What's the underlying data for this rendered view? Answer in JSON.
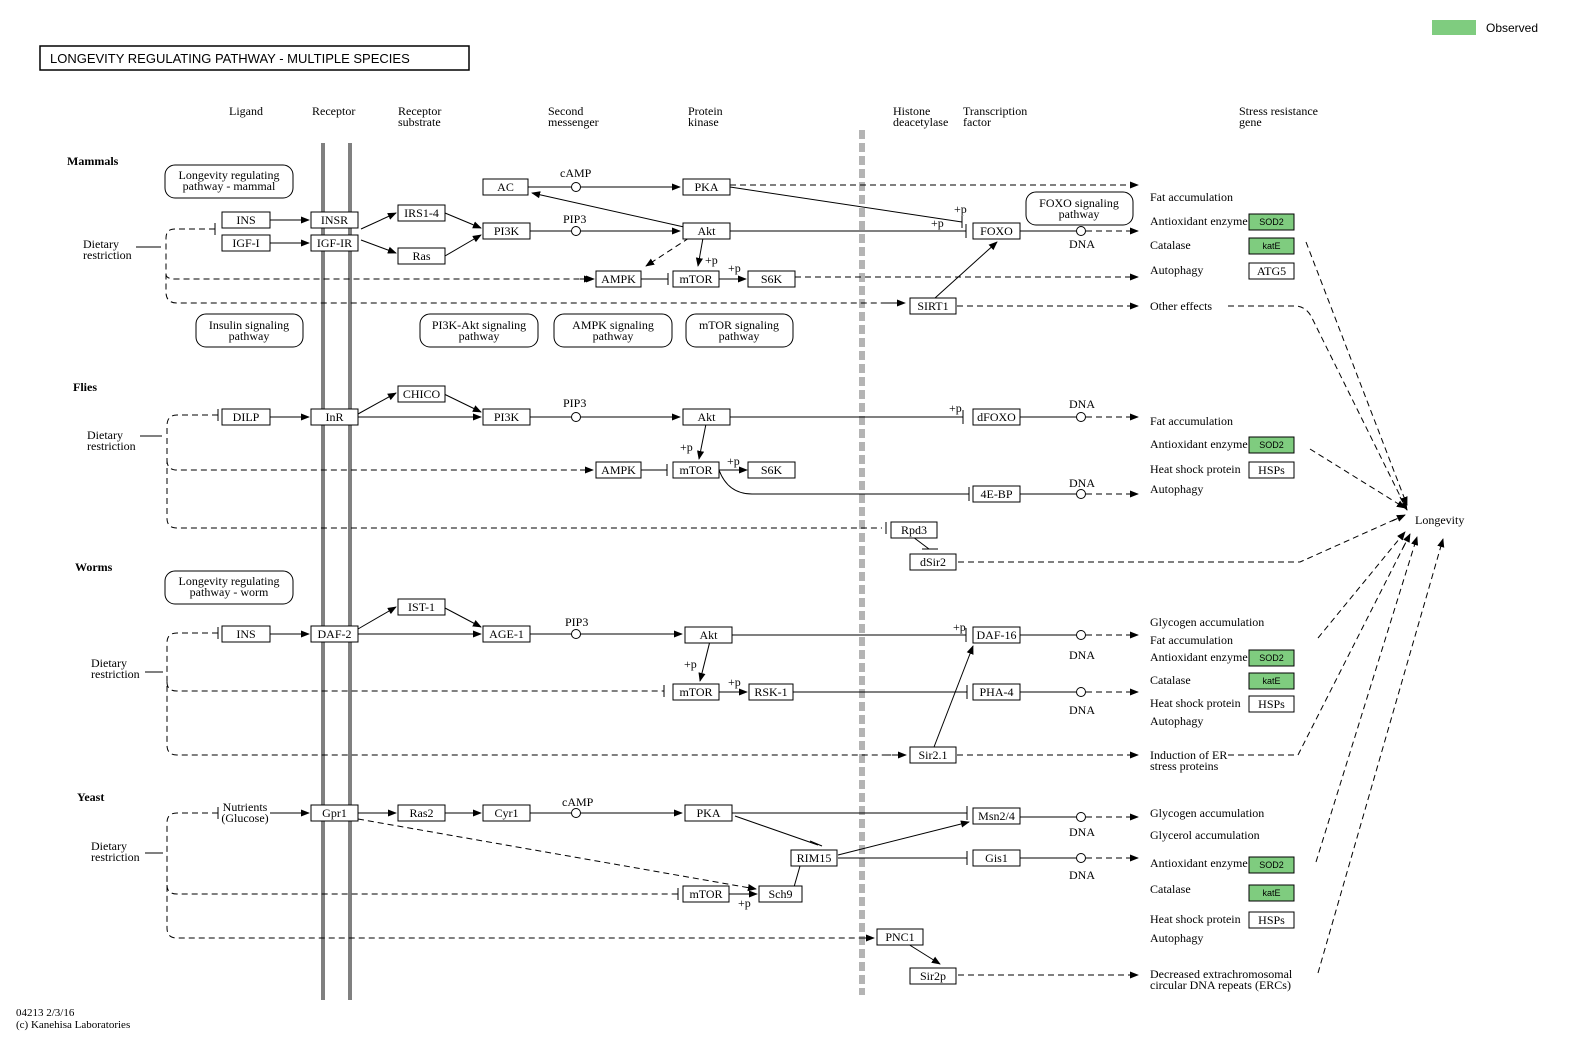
{
  "title": "LONGEVITY REGULATING PATHWAY - MULTIPLE SPECIES",
  "legend": {
    "color": "#7fcc7f",
    "label": "Observed"
  },
  "footer": {
    "id": "04213 2/3/16",
    "copyright": "(c) Kanehisa Laboratories"
  },
  "columns": {
    "ligand": "Ligand",
    "receptor": "Receptor",
    "receptor_substrate_1": "Receptor",
    "receptor_substrate_2": "substrate",
    "second_messenger_1": "Second",
    "second_messenger_2": "messenger",
    "protein_kinase_1": "Protein",
    "protein_kinase_2": "kinase",
    "histone_deacetylase_1": "Histone",
    "histone_deacetylase_2": "deacetylase",
    "transcription_factor_1": "Transcription",
    "transcription_factor_2": "factor",
    "stress_resistance_1": "Stress resistance",
    "stress_resistance_2": "gene"
  },
  "species": {
    "mammals": "Mammals",
    "flies": "Flies",
    "worms": "Worms",
    "yeast": "Yeast"
  },
  "dietary": {
    "line1": "Dietary",
    "line2": "restriction"
  },
  "pathways": {
    "mammal_1": "Longevity regulating",
    "mammal_2": "pathway - mammal",
    "foxo_1": "FOXO signaling",
    "foxo_2": "pathway",
    "insulin_1": "Insulin signaling",
    "insulin_2": "pathway",
    "pi3k_1": "PI3K-Akt signaling",
    "pi3k_2": "pathway",
    "ampk_1": "AMPK  signaling",
    "ampk_2": "pathway",
    "mtor_1": "mTOR signaling",
    "mtor_2": "pathway",
    "worm_1": "Longevity regulating",
    "worm_2": "pathway - worm"
  },
  "genes": {
    "m_ins": "INS",
    "m_igf1": "IGF-I",
    "m_insr": "INSR",
    "m_igf1r": "IGF-IR",
    "m_irs": "IRS1-4",
    "m_ras": "Ras",
    "m_pi3k": "PI3K",
    "m_ac": "AC",
    "m_pka": "PKA",
    "m_akt": "Akt",
    "m_ampk": "AMPK",
    "m_mtor": "mTOR",
    "m_s6k": "S6K",
    "m_sirt1": "SIRT1",
    "m_foxo": "FOXO",
    "m_sod2": "SOD2",
    "m_kate": "katE",
    "m_atg5": "ATG5",
    "f_dilp": "DILP",
    "f_inr": "InR",
    "f_chico": "CHICO",
    "f_pi3k": "PI3K",
    "f_akt": "Akt",
    "f_ampk": "AMPK",
    "f_mtor": "mTOR",
    "f_s6k": "S6K",
    "f_dfoxo": "dFOXO",
    "f_4ebp": "4E-BP",
    "f_rpd3": "Rpd3",
    "f_dsir2": "dSir2",
    "f_sod2": "SOD2",
    "f_hsps": "HSPs",
    "w_ins": "INS",
    "w_daf2": "DAF-2",
    "w_ist1": "IST-1",
    "w_age1": "AGE-1",
    "w_akt": "Akt",
    "w_mtor": "mTOR",
    "w_rsk1": "RSK-1",
    "w_daf16": "DAF-16",
    "w_pha4": "PHA-4",
    "w_sir21": "Sir2.1",
    "w_sod2": "SOD2",
    "w_kate": "katE",
    "w_hsps": "HSPs",
    "y_nutrients_1": "Nutrients",
    "y_nutrients_2": "(Glucose)",
    "y_gpr1": "Gpr1",
    "y_ras2": "Ras2",
    "y_cyr1": "Cyr1",
    "y_pka": "PKA",
    "y_rim15": "RIM15",
    "y_msn24": "Msn2/4",
    "y_gis1": "Gis1",
    "y_mtor": "mTOR",
    "y_sch9": "Sch9",
    "y_pnc1": "PNC1",
    "y_sir2p": "Sir2p",
    "y_sod2": "SOD2",
    "y_kate": "katE",
    "y_hsps": "HSPs"
  },
  "messengers": {
    "camp": "cAMP",
    "pip3": "PIP3",
    "dna": "DNA",
    "plus_p": "+p"
  },
  "outcomes": {
    "m_fat": "Fat accumulation",
    "m_antiox": "Antioxidant enzyme",
    "m_catalase": "Catalase",
    "m_autophagy": "Autophagy",
    "m_other": "Other effects",
    "f_fat": "Fat accumulation",
    "f_antiox": "Antioxidant enzyme",
    "f_hsp": "Heat shock protein",
    "f_autophagy": "Autophagy",
    "w_glycogen": "Glycogen accumulation",
    "w_fat": "Fat accumulation",
    "w_antiox": "Antioxidant enzyme",
    "w_catalase": "Catalase",
    "w_hsp": "Heat shock protein",
    "w_autophagy": "Autophagy",
    "w_er_1": "Induction of ER",
    "w_er_2": "stress proteins",
    "y_glycogen": "Glycogen accumulation",
    "y_glycerol": "Glycerol accumulation",
    "y_antiox": "Antioxidant enzyme",
    "y_catalase": "Catalase",
    "y_hsp": "Heat shock protein",
    "y_autophagy": "Autophagy",
    "y_erc_1": "Decreased extrachromosomal",
    "y_erc_2": "circular DNA repeats (ERCs)",
    "longevity": "Longevity"
  }
}
